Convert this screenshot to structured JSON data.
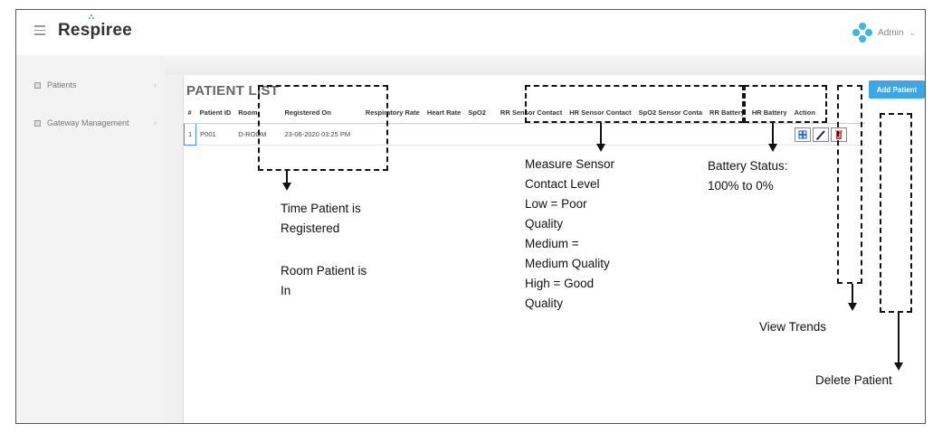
{
  "app": {
    "brand": "Respiree",
    "user": "Admin"
  },
  "sidebar": {
    "items": [
      {
        "label": "Patients"
      },
      {
        "label": "Gateway Management"
      }
    ]
  },
  "main": {
    "title": "PATIENT LIST",
    "add_button": "Add Patient",
    "table": {
      "columns": [
        "#",
        "Patient ID",
        "Room",
        "Registered On",
        "Respiratory Rate",
        "Heart Rate",
        "SpO2",
        "RR Sensor Contact",
        "HR Sensor Contact",
        "SpO2 Sensor Conta",
        "RR Battery",
        "HR Battery",
        "Action"
      ],
      "rows": [
        {
          "num": "1",
          "patient_id": "P001",
          "room": "D-ROOM",
          "registered_on": "23-06-2020 03:25 PM"
        }
      ]
    }
  },
  "annotations": {
    "registered": [
      "Time Patient is",
      "Registered"
    ],
    "room": [
      "Room Patient is",
      "In"
    ],
    "sensor": [
      "Measure Sensor",
      "Contact Level",
      "Low = Poor",
      "Quality",
      "Medium =",
      "Medium Quality",
      "High = Good",
      "Quality"
    ],
    "battery": [
      "Battery Status:",
      "100% to 0%"
    ],
    "trends": "View Trends",
    "delete": "Delete Patient"
  },
  "icons": {
    "menu": "hamburger-icon",
    "view_trends": "grid-icon",
    "edit": "pencil-icon",
    "delete": "trash-icon"
  },
  "colors": {
    "accent": "#3ba7e6",
    "trend_icon": "#2b6fd6",
    "delete_icon": "#e0332e"
  }
}
